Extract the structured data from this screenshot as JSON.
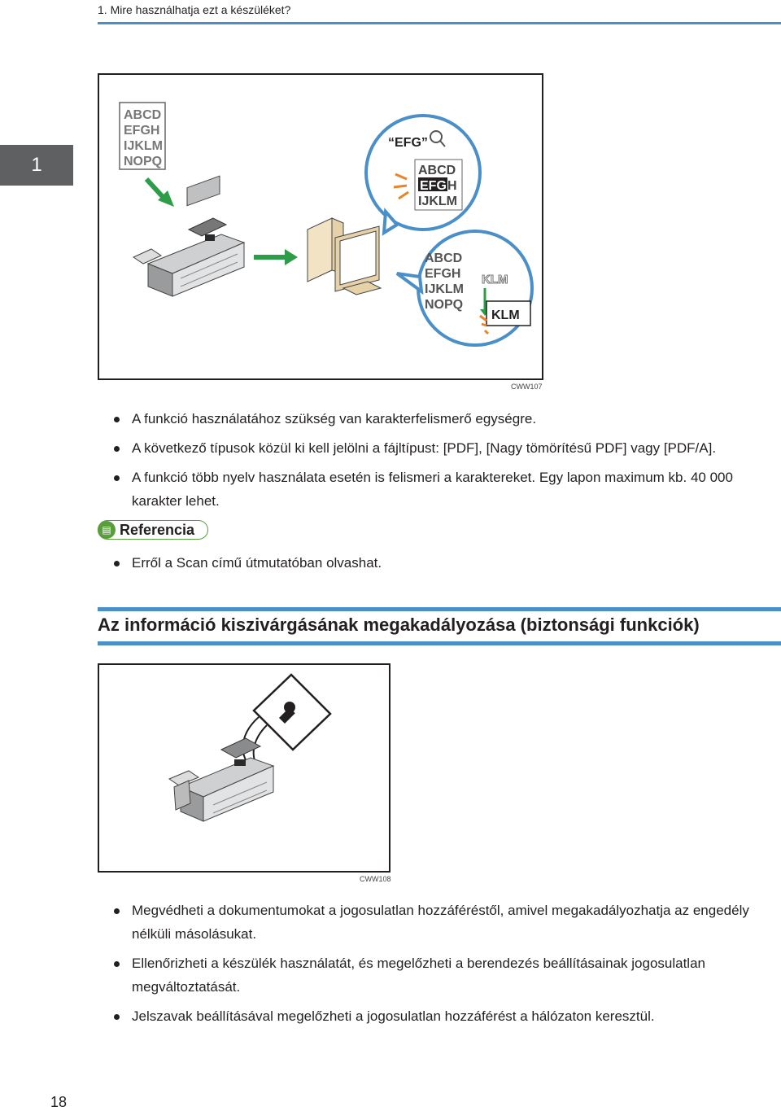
{
  "header": {
    "breadcrumb": "1. Mire használhatja ezt a készüléket?"
  },
  "chapter_tab": "1",
  "figure1": {
    "page_text": [
      "ABCD",
      "EFGH",
      "IJKLM",
      "NOPQ"
    ],
    "search_term": "“EFG”",
    "bubble1_text": [
      "ABCD",
      "EFGH",
      "IJKLM"
    ],
    "bubble1_highlight": "EFG",
    "bubble2_text": [
      "ABCD",
      "EFGH",
      "IJKLM",
      "NOPQ"
    ],
    "bubble2_outline": "KLM",
    "bubble2_result": "KLM",
    "code": "CWW107"
  },
  "bullets1": [
    "A funkció használatához szükség van karakterfelismerő egységre.",
    "A következő típusok közül ki kell jelölni a fájltípust: [PDF], [Nagy tömörítésű PDF] vagy [PDF/A].",
    "A funkció több nyelv használata esetén is felismeri a karaktereket. Egy lapon maximum kb. 40 000 karakter lehet."
  ],
  "reference": {
    "label": "Referencia",
    "items": [
      "Erről a Scan című útmutatóban olvashat."
    ]
  },
  "section": {
    "title": "Az információ kiszivárgásának megakadályozása (biztonsági funkciók)"
  },
  "figure2": {
    "code": "CWW108"
  },
  "bullets2": [
    "Megvédheti a dokumentumokat a jogosulatlan hozzáféréstől, amivel megakadályozhatja az engedély nélküli másolásukat.",
    "Ellenőrizheti a készülék használatát, és megelőzheti a berendezés beállításainak jogosulatlan megváltoztatását.",
    "Jelszavak beállításával megelőzheti a jogosulatlan hozzáférést a hálózaton keresztül."
  ],
  "colors": {
    "accent_blue": "#4a8fc8",
    "arrow_green": "#2e9d4a",
    "reference_green": "#5a9e3c"
  },
  "page_number": "18"
}
